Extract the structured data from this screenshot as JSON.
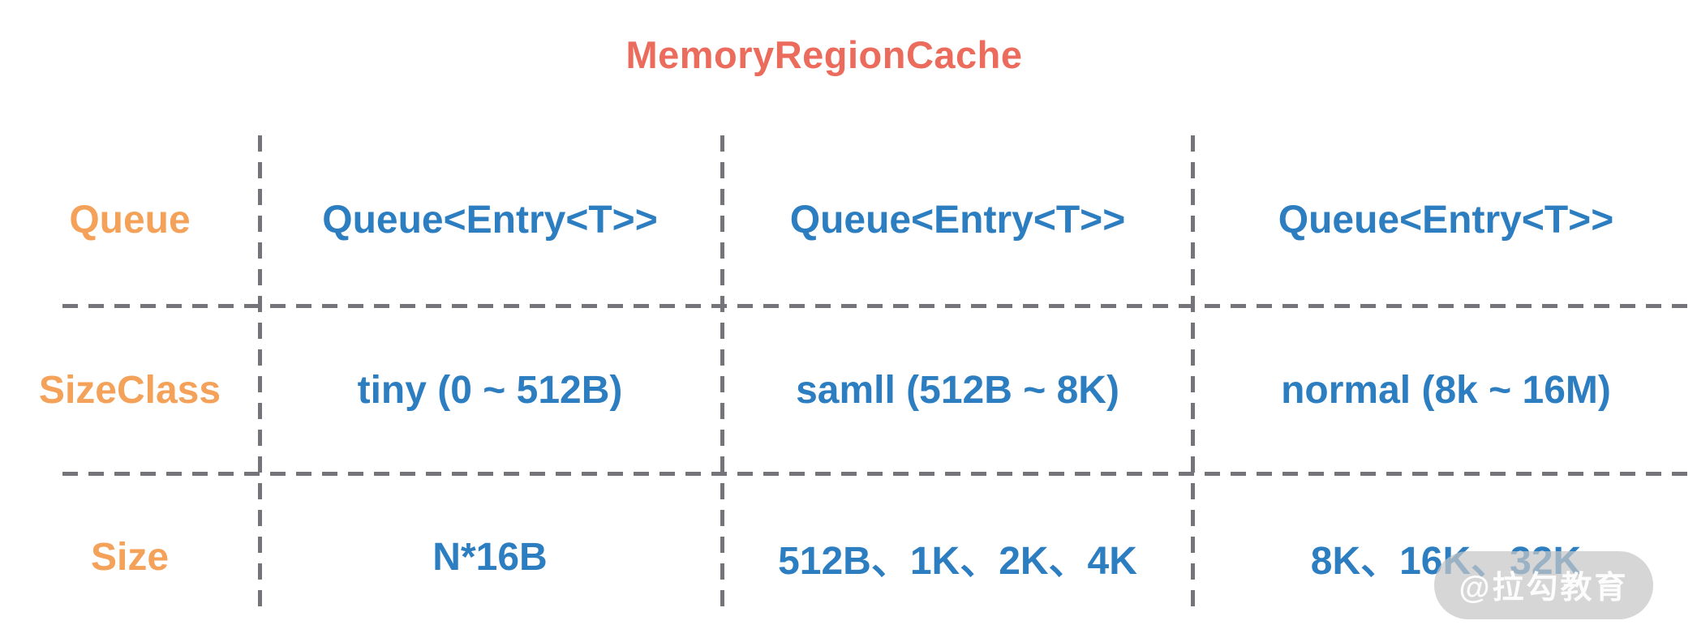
{
  "title": "MemoryRegionCache",
  "colors": {
    "title-red": "#eb6b5c",
    "label-orange": "#f4a259",
    "value-blue": "#2d7ec1",
    "line-gray": "#75747b"
  },
  "table": {
    "rows": [
      {
        "label": "Queue",
        "cells": [
          "Queue<Entry<T>>",
          "Queue<Entry<T>>",
          "Queue<Entry<T>>"
        ]
      },
      {
        "label": "SizeClass",
        "cells": [
          "tiny (0 ~ 512B)",
          "samll (512B ~ 8K)",
          "normal (8k ~ 16M)"
        ]
      },
      {
        "label": "Size",
        "cells": [
          "N*16B",
          "512B、1K、2K、4K",
          "8K、16K、32K"
        ]
      }
    ]
  },
  "watermark": {
    "text": "@拉勾教育"
  }
}
